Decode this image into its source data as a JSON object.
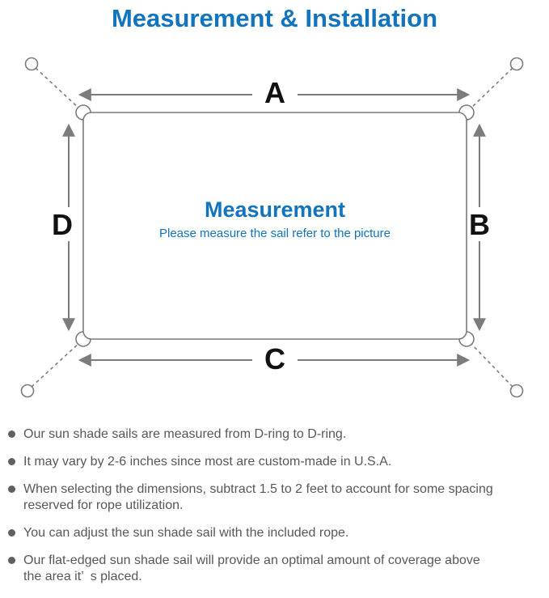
{
  "title": "Measurement & Installation",
  "diagram": {
    "labels": {
      "top": "A",
      "right": "B",
      "bottom": "C",
      "left": "D"
    },
    "center_title": "Measurement",
    "center_subtitle": "Please measure the sail refer to the picture"
  },
  "notes": [
    "Our sun shade sails are measured from D-ring to D-ring.",
    "It may vary by 2-6 inches since most are custom-made in U.S.A.",
    "When selecting the dimensions, subtract 1.5 to 2 feet to account for some spacing\nreserved for rope utilization.",
    "You can adjust the sun shade sail with the included rope.",
    "Our flat-edged sun shade sail will provide an optimal amount of coverage above\nthe area it’ s placed."
  ],
  "colors": {
    "accent": "#1273bf",
    "diagram_stroke": "#7c7c7c",
    "dim_label": "#111111",
    "note_text": "#585858",
    "bullet": "#606060",
    "page_bg": "#ffffff"
  }
}
